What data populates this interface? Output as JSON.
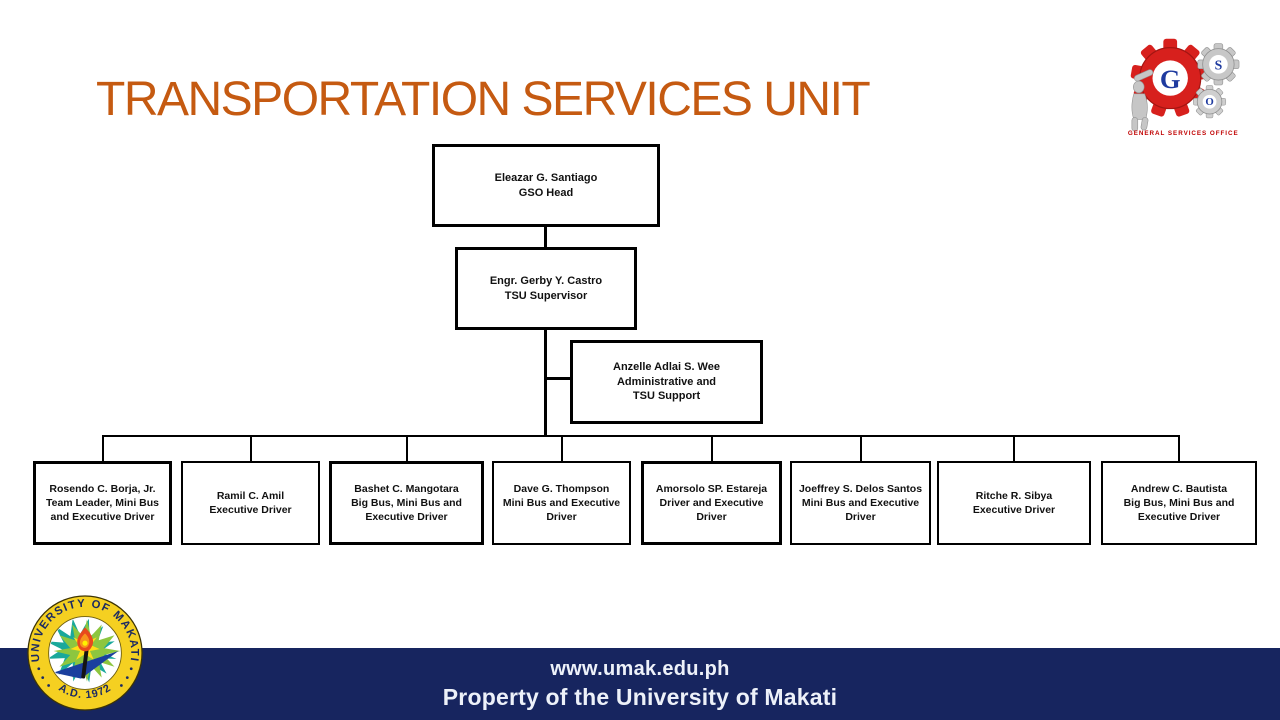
{
  "slide": {
    "title": "TRANSPORTATION SERVICES UNIT",
    "title_color": "#C55A11"
  },
  "org_chart": {
    "head": {
      "name": "Eleazar G. Santiago",
      "role": "GSO Head"
    },
    "supervisor": {
      "name": "Engr. Gerby Y. Castro",
      "role": "TSU Supervisor"
    },
    "support": {
      "name": "Anzelle Adlai S. Wee",
      "role": "Administrative and\nTSU Support"
    },
    "drivers": [
      {
        "name": "Rosendo C. Borja, Jr.",
        "role": "Team Leader, Mini Bus\nand Executive Driver"
      },
      {
        "name": "Ramil C. Amil",
        "role": "Executive Driver"
      },
      {
        "name": "Bashet C. Mangotara",
        "role": "Big Bus, Mini Bus and\nExecutive Driver"
      },
      {
        "name": "Dave G. Thompson",
        "role": "Mini Bus and Executive\nDriver"
      },
      {
        "name": "Amorsolo SP. Estareja",
        "role": "Driver and Executive\nDriver"
      },
      {
        "name": "Joeffrey S. Delos Santos",
        "role": "Mini Bus and Executive\nDriver"
      },
      {
        "name": "Ritche R. Sibya",
        "role": "Executive Driver"
      },
      {
        "name": "Andrew C. Bautista",
        "role": "Big Bus, Mini Bus and\nExecutive Driver"
      }
    ]
  },
  "footer": {
    "url": "www.umak.edu.ph",
    "property_line": "Property of the University of Makati",
    "bg_color": "#17255F"
  },
  "logos": {
    "gso": {
      "letter_g": "G",
      "letter_s": "S",
      "letter_o": "O",
      "caption": "GENERAL SERVICES OFFICE"
    },
    "umak_seal": {
      "ring_text_top": "UNIVERSITY OF MAKATI",
      "ring_text_bottom": "A.D. 1972"
    }
  }
}
